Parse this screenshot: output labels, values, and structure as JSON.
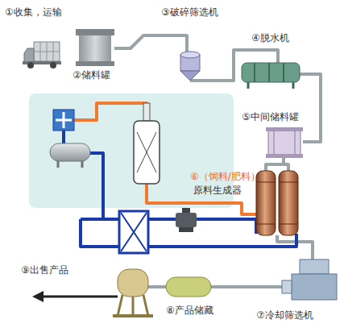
{
  "diagram": {
    "labels": [
      "①收集，运输",
      "②储料罐",
      "③破碎筛选机",
      "④脱水机",
      "⑤中间储料罐",
      "⑥（饲料/肥料）",
      "原料生成器",
      "⑦冷却筛选机",
      "⑧产品储藏",
      "⑨出售产品"
    ]
  }
}
